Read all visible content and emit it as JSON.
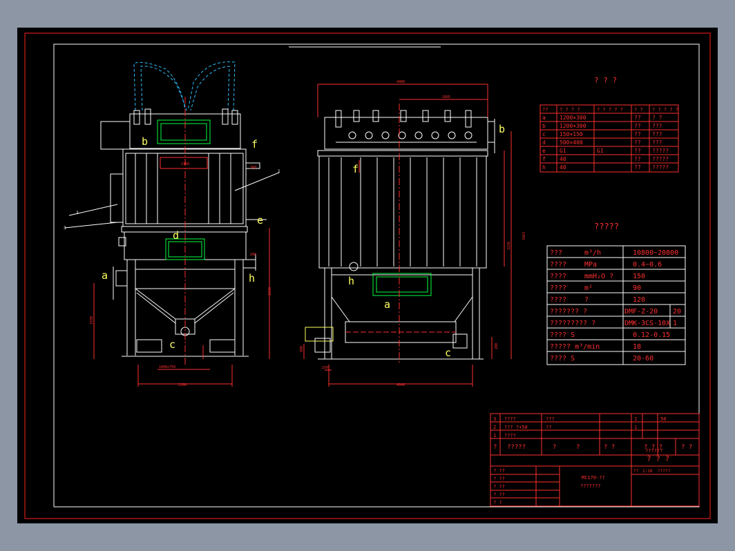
{
  "colors": {
    "outer_background": "#8c96a5",
    "sheet_background": "#000000",
    "frame_red": "#ff2020",
    "drawing_white": "#ffffff",
    "dimension_red": "#ff3030",
    "centerline_red": "#ff3030",
    "hatch_green": "#00ff40",
    "hose_cyan": "#30c0ff",
    "label_yellow": "#ffff60"
  },
  "drawing": {
    "front_view": {
      "labels": {
        "a": "a",
        "b": "b",
        "c": "c",
        "d": "d",
        "e": "e",
        "f": "f",
        "h": "h"
      },
      "callouts": [
        "1",
        "2",
        "3"
      ],
      "dims": [
        "2300",
        "1720",
        "1830",
        "1930",
        "180",
        "2160",
        "1840x750",
        "260",
        "300"
      ]
    },
    "side_view": {
      "labels": {
        "a": "a",
        "b": "b",
        "c": "c",
        "f": "f",
        "h": "h"
      },
      "dims": [
        "4480",
        "2605",
        "3220",
        "3463",
        "980",
        "200",
        "150",
        "4048",
        "180"
      ]
    }
  },
  "nozzle_table": {
    "title": "? ? ?",
    "header": [
      "??",
      "? ? ? ?",
      "? ? ? ? ?",
      "? ?",
      "? ? ? ? ?"
    ],
    "rows": [
      [
        "a",
        "1200×300",
        "",
        "??",
        "? ?"
      ],
      [
        "b",
        "1200×300",
        "",
        "??",
        "???"
      ],
      [
        "c",
        "150×150",
        "",
        "??",
        "???"
      ],
      [
        "d",
        "500×400",
        "",
        "??",
        "???"
      ],
      [
        "e",
        "G1",
        "G1",
        "??",
        "?????"
      ],
      [
        "f",
        "40",
        "",
        "??",
        "?????"
      ],
      [
        "h",
        "40",
        "",
        "??",
        "?????"
      ]
    ]
  },
  "spec_table": {
    "title": "?????",
    "rows": [
      [
        "???",
        "m³/h",
        "10800~20800"
      ],
      [
        "????",
        "MPa",
        "0.4~0.6"
      ],
      [
        "????",
        "mmH₂O ?",
        "150"
      ],
      [
        "????",
        "m²",
        "90"
      ],
      [
        "????",
        "?",
        "120"
      ],
      [
        "??????? ?",
        "",
        "DMF-Z-20",
        "20"
      ],
      [
        "????????? ?",
        "",
        "DMK-3CS-10X",
        "1"
      ],
      [
        "???? S",
        "",
        "0.12-0.15"
      ],
      [
        "????? m³/min",
        "",
        "18"
      ],
      [
        "???? S",
        "",
        "20-60"
      ]
    ]
  },
  "title_block": {
    "bom_rows": [
      [
        "3",
        "????",
        "???",
        "1",
        "50"
      ],
      [
        "2",
        "??? ?+50",
        "??",
        "1",
        ""
      ],
      [
        "1",
        "????",
        "",
        "",
        ""
      ]
    ],
    "sig_row": [
      "?",
      "?????",
      "?",
      "?",
      "? ?",
      "? ? ?",
      "? ?"
    ],
    "sig_row2": [
      "??????"
    ],
    "stamp": "? ? ?",
    "left_cells": [
      "? ??",
      "? ??",
      "? ??",
      "? ??",
      "? ?"
    ],
    "drawing_no": "MC170-??",
    "drawing_name": "???????",
    "scale_cells": [
      "??",
      "1:10",
      "?????"
    ]
  }
}
